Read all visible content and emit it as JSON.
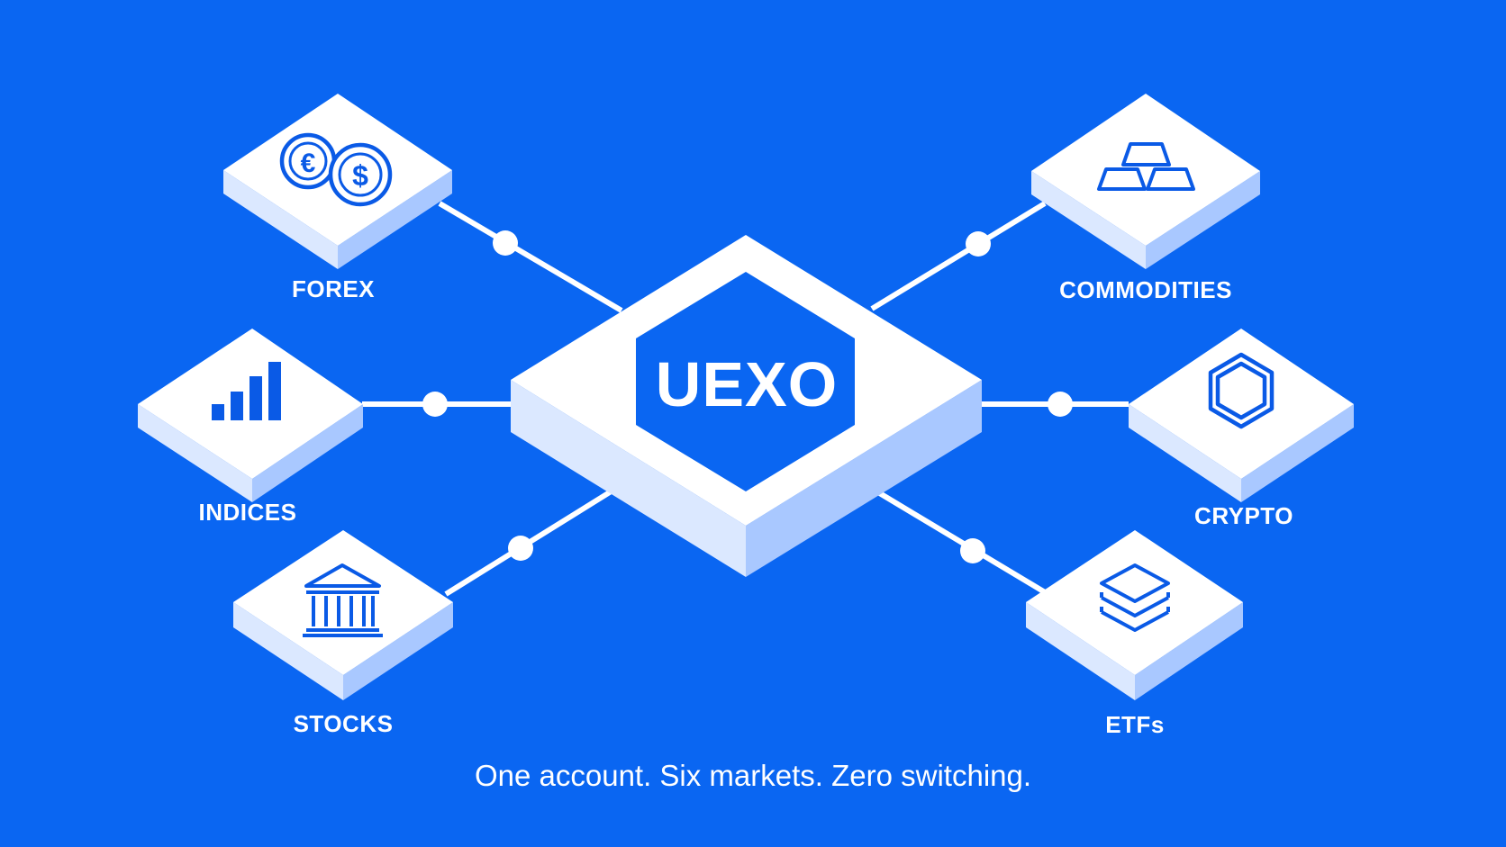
{
  "hub": {
    "label": "UEXO"
  },
  "markets": [
    {
      "id": "forex",
      "label": "FOREX",
      "icon": "currency-coins-icon"
    },
    {
      "id": "commodities",
      "label": "COMMODITIES",
      "icon": "gold-bars-icon"
    },
    {
      "id": "indices",
      "label": "INDICES",
      "icon": "bar-chart-icon"
    },
    {
      "id": "crypto",
      "label": "CRYPTO",
      "icon": "hexagon-token-icon"
    },
    {
      "id": "stocks",
      "label": "STOCKS",
      "icon": "bank-building-icon"
    },
    {
      "id": "etfs",
      "label": "ETFs",
      "icon": "layers-stack-icon"
    }
  ],
  "tagline": "One account. Six markets. Zero switching.",
  "colors": {
    "background": "#0a66f2",
    "tile_top": "#ffffff",
    "tile_side_light": "#d6e6ff",
    "tile_side_dark": "#a9c8ff",
    "icon": "#0a5ae6",
    "connector": "#ffffff"
  }
}
